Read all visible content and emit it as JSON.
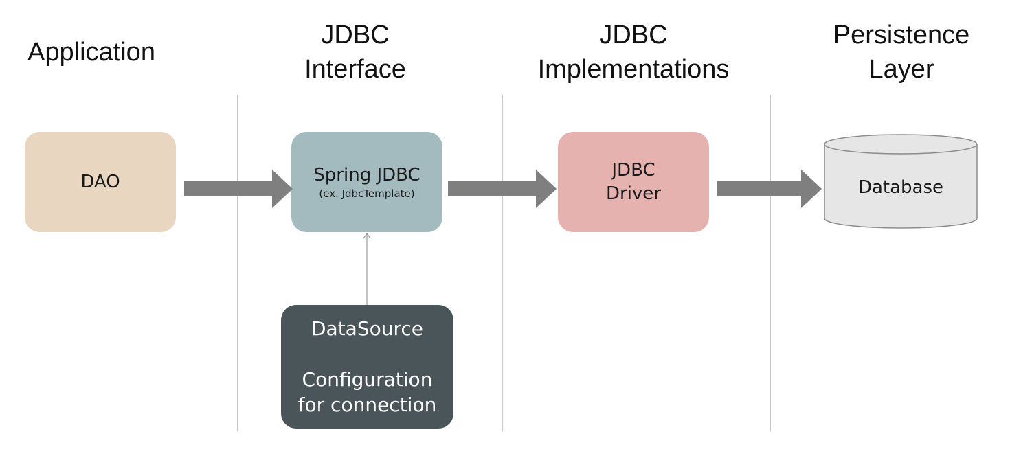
{
  "columns": [
    {
      "title_lines": [
        "Application"
      ]
    },
    {
      "title_lines": [
        "JDBC",
        "Interface"
      ]
    },
    {
      "title_lines": [
        "JDBC",
        "Implementations"
      ]
    },
    {
      "title_lines": [
        "Persistence",
        "Layer"
      ]
    }
  ],
  "nodes": {
    "dao": {
      "label": "DAO",
      "color": "#e8d6c0"
    },
    "spring_jdbc": {
      "label": "Spring JDBC",
      "sublabel": "(ex. JdbcTemplate)",
      "color": "#a3bbbf"
    },
    "jdbc_driver": {
      "label_lines": [
        "JDBC",
        "Driver"
      ],
      "color": "#e6b2b0"
    },
    "database": {
      "label": "Database",
      "color": "#e6e6e6"
    },
    "datasource": {
      "label": "DataSource",
      "description_lines": [
        "Configuration",
        "for connection"
      ],
      "color": "#4a555a"
    }
  },
  "colors": {
    "arrow": "#7f7f7f",
    "divider": "#c8c8c8",
    "connector": "#9a9a9a"
  }
}
